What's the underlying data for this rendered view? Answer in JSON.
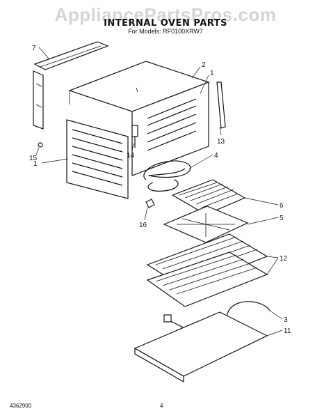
{
  "watermark": "AppliancePartsPros.com",
  "title": "INTERNAL OVEN PARTS",
  "subtitle": "For Models: RF0100XRW7",
  "footer": {
    "doc_number": "4362900",
    "page_number": "4"
  },
  "callouts": {
    "c1a": "1",
    "c1b": "1",
    "c2": "2",
    "c3": "3",
    "c4": "4",
    "c5": "5",
    "c6": "6",
    "c7": "7",
    "c11": "11",
    "c12": "12",
    "c13": "13",
    "c14": "14",
    "c15": "15",
    "c16": "16"
  }
}
